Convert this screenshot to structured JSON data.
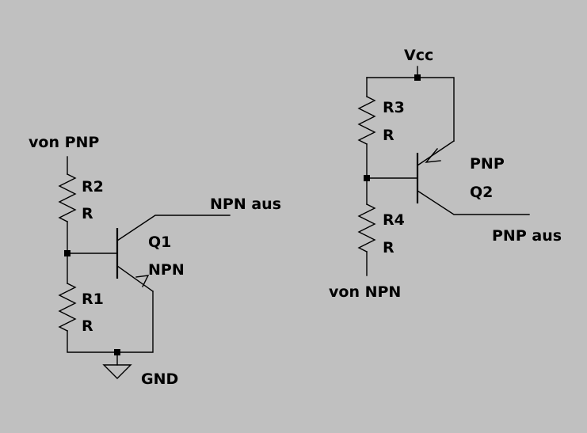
{
  "colors": {
    "background": "#c0c0c0",
    "wire": "#000000"
  },
  "left_circuit": {
    "input_label": "von PNP",
    "r2": {
      "name": "R2",
      "value": "R"
    },
    "r1": {
      "name": "R1",
      "value": "R"
    },
    "transistor": {
      "name": "Q1",
      "type": "NPN"
    },
    "output_label": "NPN aus",
    "ground_label": "GND"
  },
  "right_circuit": {
    "supply_label": "Vcc",
    "r3": {
      "name": "R3",
      "value": "R"
    },
    "r4": {
      "name": "R4",
      "value": "R"
    },
    "transistor": {
      "name": "Q2",
      "type": "PNP"
    },
    "output_label": "PNP aus",
    "input_label": "von NPN"
  }
}
